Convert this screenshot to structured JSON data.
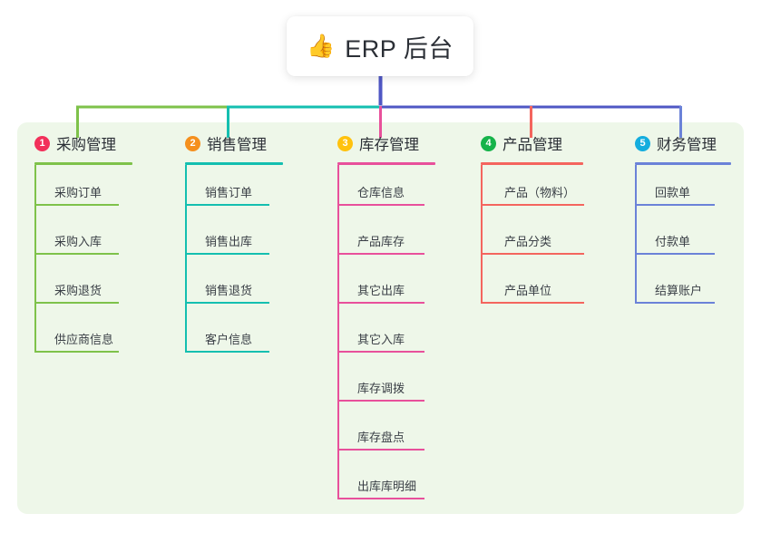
{
  "root": {
    "icon": "thumbs-up-icon",
    "icon_glyph": "👍",
    "title": "ERP 后台"
  },
  "colors": {
    "panel_bg": "#eef7e9",
    "page_bg": "#ffffff",
    "root_stem": "#4f57c4",
    "text": "#2b2f36",
    "item_text": "#3a3f46",
    "col1": "#7ec24a",
    "col2": "#14bfb0",
    "col3": "#e8509b",
    "col4": "#f4655e",
    "col5": "#6b82d8",
    "badge1": "#f2305a",
    "badge2": "#f5901e",
    "badge3": "#ffc20e",
    "badge4": "#16b34a",
    "badge5": "#14adde"
  },
  "columns": [
    {
      "index": "1",
      "title": "采购管理",
      "badge_color": "#f2305a",
      "line_color": "#7ec24a",
      "items": [
        {
          "label": "采购订单"
        },
        {
          "label": "采购入库"
        },
        {
          "label": "采购退货"
        },
        {
          "label": "供应商信息"
        }
      ]
    },
    {
      "index": "2",
      "title": "销售管理",
      "badge_color": "#f5901e",
      "line_color": "#14bfb0",
      "items": [
        {
          "label": "销售订单"
        },
        {
          "label": "销售出库"
        },
        {
          "label": "销售退货"
        },
        {
          "label": "客户信息"
        }
      ]
    },
    {
      "index": "3",
      "title": "库存管理",
      "badge_color": "#ffc20e",
      "line_color": "#e8509b",
      "items": [
        {
          "label": "仓库信息"
        },
        {
          "label": "产品库存"
        },
        {
          "label": "其它出库"
        },
        {
          "label": "其它入库"
        },
        {
          "label": "库存调拨"
        },
        {
          "label": "库存盘点"
        },
        {
          "label": "出库库明细"
        }
      ]
    },
    {
      "index": "4",
      "title": "产品管理",
      "badge_color": "#16b34a",
      "line_color": "#f4655e",
      "items": [
        {
          "label": "产品（物料）"
        },
        {
          "label": "产品分类"
        },
        {
          "label": "产品单位"
        }
      ]
    },
    {
      "index": "5",
      "title": "财务管理",
      "badge_color": "#14adde",
      "line_color": "#6b82d8",
      "items": [
        {
          "label": "回款单"
        },
        {
          "label": "付款单"
        },
        {
          "label": "结算账户"
        }
      ]
    }
  ]
}
